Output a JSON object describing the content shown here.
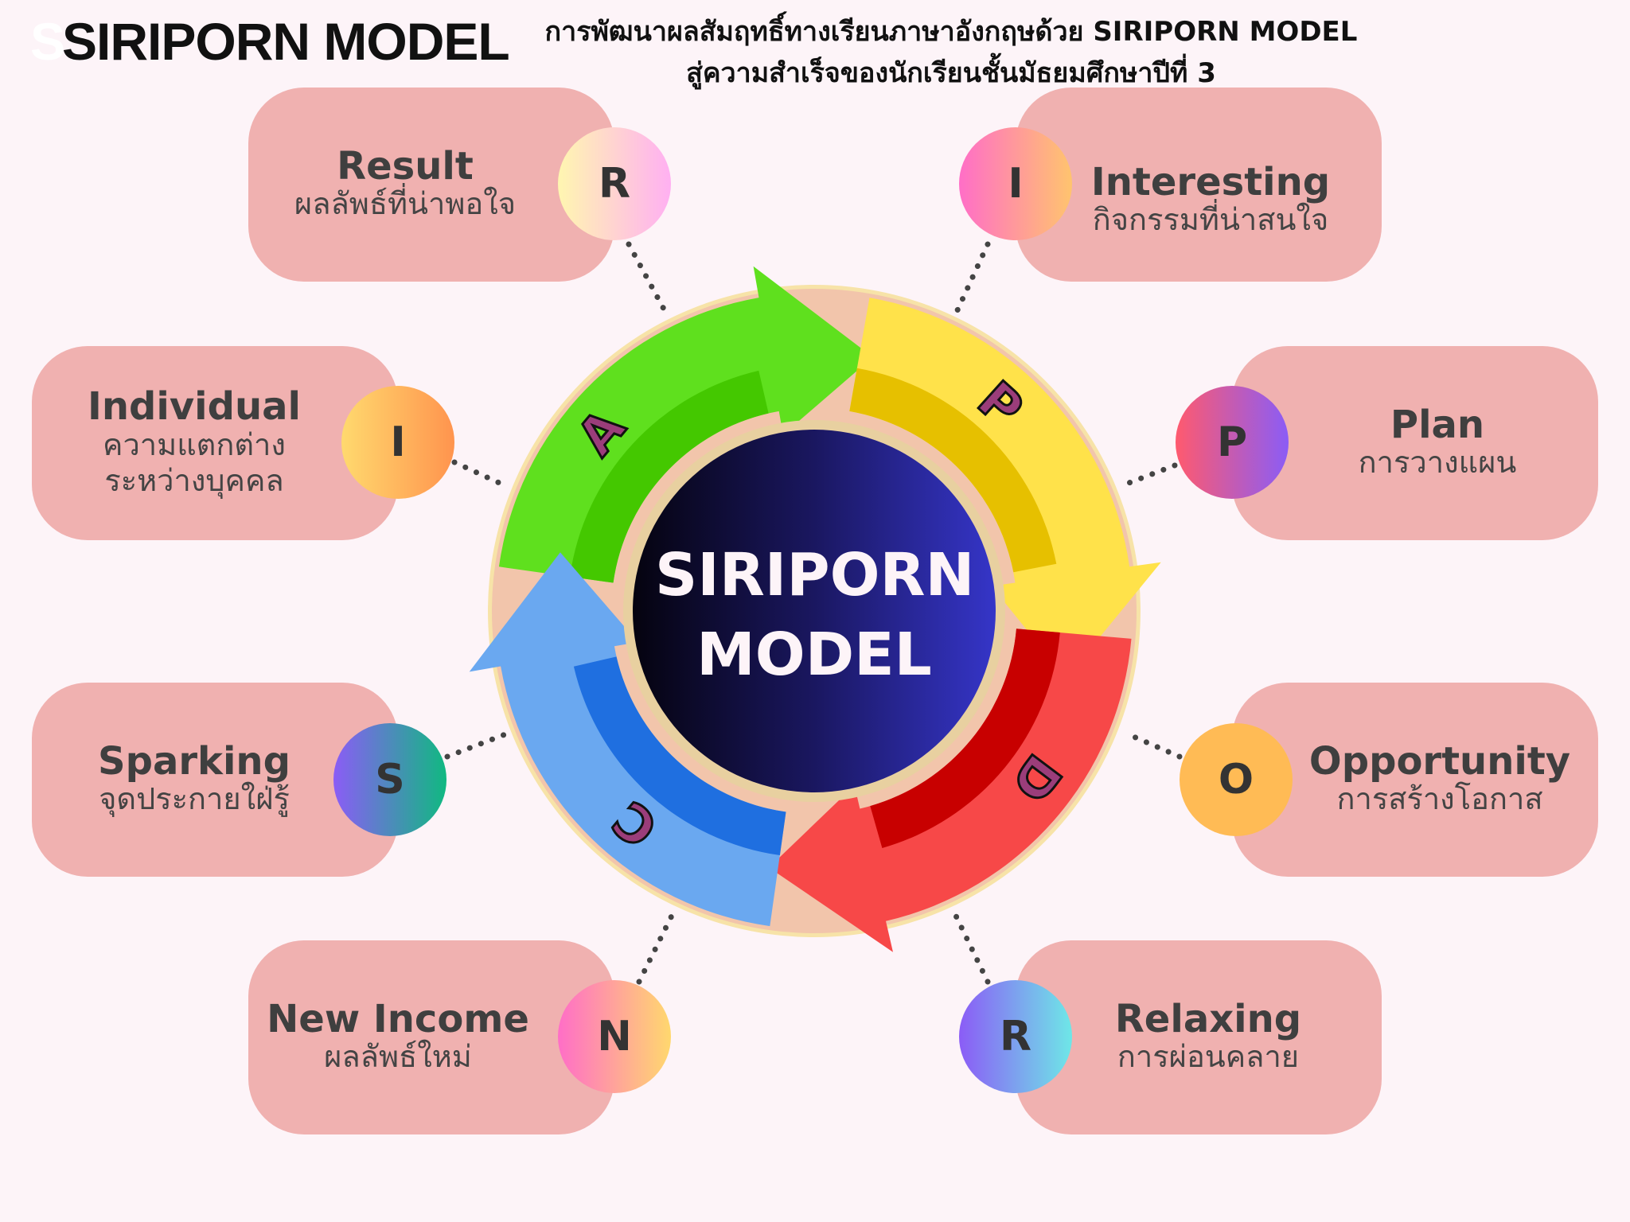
{
  "header": {
    "title": "SIRIPORN MODEL",
    "ghost_letter": "S",
    "subtitle_line1": "การพัฒนาผลสัมฤทธิ์ทางเรียนภาษาอังกฤษด้วย SIRIPORN MODEL",
    "subtitle_line2": "สู่ความสำเร็จของนักเรียนชั้นมัธยมศึกษาปีที่ 3"
  },
  "center": {
    "line1": "SIRIPORN",
    "line2": "MODEL"
  },
  "cycle": {
    "arrows": [
      {
        "letter": "A",
        "color": "#5fe01e"
      },
      {
        "letter": "P",
        "color": "#ffe24a"
      },
      {
        "letter": "D",
        "color": "#f74848"
      },
      {
        "letter": "C",
        "color": "#6aa8f0"
      }
    ]
  },
  "items": [
    {
      "letter": "R",
      "title": "Result",
      "subtitle": "ผลลัพธ์ที่น่าพอใจ"
    },
    {
      "letter": "I",
      "title": "Interesting",
      "subtitle": "กิจกรรมที่น่าสนใจ"
    },
    {
      "letter": "I",
      "title": "Individual",
      "subtitle": "ความแตกต่าง",
      "subtitle2": "ระหว่างบุคคล"
    },
    {
      "letter": "P",
      "title": "Plan",
      "subtitle": "การวางแผน"
    },
    {
      "letter": "S",
      "title": "Sparking",
      "subtitle": "จุดประกายใฝ่รู้"
    },
    {
      "letter": "O",
      "title": "Opportunity",
      "subtitle": "การสร้างโอกาส"
    },
    {
      "letter": "N",
      "title": "New Income",
      "subtitle": "ผลลัพธ์ใหม่"
    },
    {
      "letter": "R",
      "title": "Relaxing",
      "subtitle": "การผ่อนคลาย"
    }
  ],
  "colors": {
    "background": "#fdf4f8",
    "box": "#f0b1b0",
    "center_dark": "#05030f",
    "center_light": "#3535c8"
  }
}
